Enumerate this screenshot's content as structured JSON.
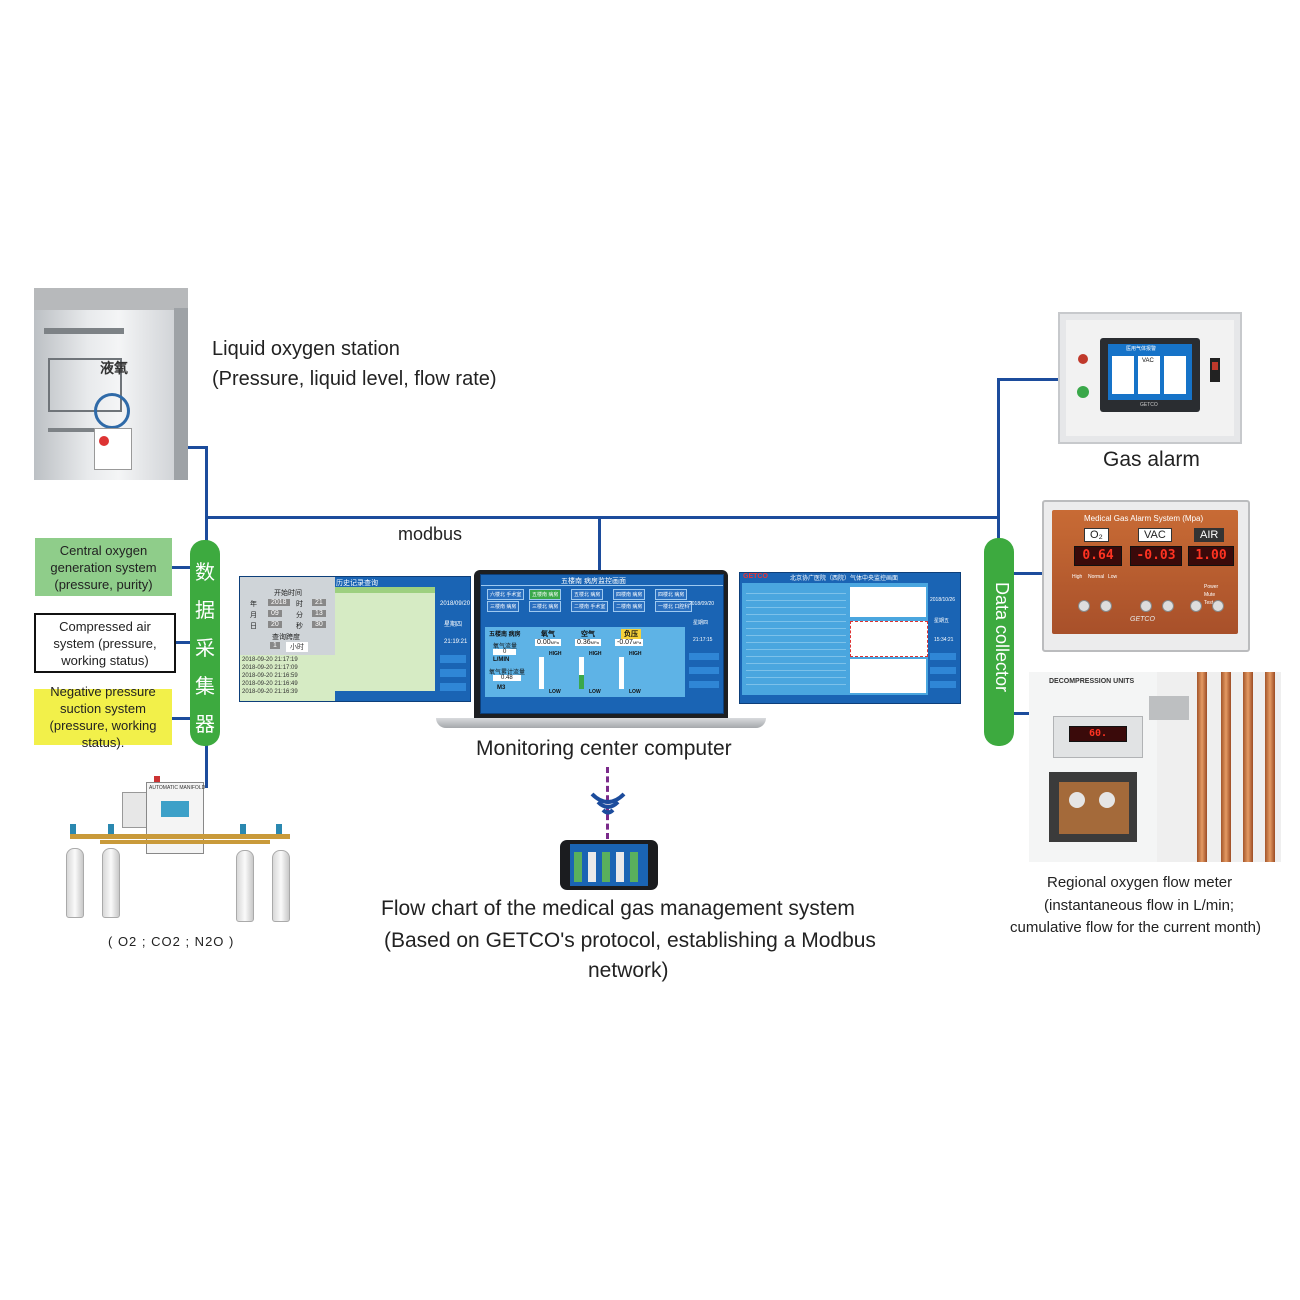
{
  "liquid_oxygen": {
    "title": "Liquid oxygen station",
    "subtitle": "(Pressure, liquid level, flow rate)",
    "tank_label": "液氧"
  },
  "modbus_label": "modbus",
  "left_collector": {
    "chars": [
      "数",
      "据",
      "采",
      "集",
      "器"
    ]
  },
  "left_boxes": [
    {
      "text": "Central oxygen generation system (pressure, purity)"
    },
    {
      "text": "Compressed air system (pressure, working status)"
    },
    {
      "text": "Negative pressure suction system (pressure, working status)."
    }
  ],
  "manifold": {
    "gases": "( O2 ; CO2 ; N2O )",
    "panel_label": "AUTOMATIC MANIFOLD"
  },
  "center": {
    "computer_label": "Monitoring center computer",
    "caption_line1": "Flow chart of the medical gas management system",
    "caption_line2": "(Based on GETCO's protocol, establishing a Modbus",
    "caption_line3": "network)"
  },
  "screens": {
    "left": {
      "title": "历史记录查询",
      "start_time": "开始时间",
      "row_year": "年",
      "row_year_val": "2018",
      "row_hour": "时",
      "row_hour_val": "21",
      "row_month": "月",
      "row_month_val": "09",
      "row_min": "分",
      "row_min_val": "13",
      "row_day": "日",
      "row_day_val": "20",
      "row_sec": "秒",
      "row_sec_val": "30",
      "query_span": "查询跨度",
      "span_val": "1",
      "span_unit": "小时",
      "date": "2018/09/20",
      "weekday": "星期四",
      "time": "21:19:21",
      "records": [
        "2018-09-20 21:17:19",
        "2018-09-20 21:17:09",
        "2018-09-20 21:16:59",
        "2018-09-20 21:16:49",
        "2018-09-20 21:16:39"
      ]
    },
    "laptop": {
      "title": "五楼南 病房监控画面",
      "tabs": [
        "六楼北 手术室",
        "五楼南 病房",
        "五楼北 病房",
        "四楼南 病房",
        "四楼北 病房"
      ],
      "tabs2": [
        "三楼南 病房",
        "三楼北 病房",
        "二楼南 手术室",
        "二楼南 病房",
        "一楼北 口腔科"
      ],
      "ward": "五楼南 病房",
      "flow_label": "氧气流量",
      "flow_val": "0",
      "flow_unit": "L/MIN",
      "total_label": "氧气累计流量",
      "total_val": "0.48",
      "total_unit": "M3",
      "gauges": [
        {
          "name": "氧气",
          "value": "0.00",
          "unit": "MPa"
        },
        {
          "name": "空气",
          "value": "0.36",
          "unit": "MPa"
        },
        {
          "name": "负压",
          "value": "-0.07",
          "unit": "MPa"
        }
      ],
      "high": "HIGH",
      "low": "LOW",
      "date": "2018/09/20",
      "weekday": "星期四",
      "time": "21:17:15"
    },
    "right": {
      "brand": "GETCO",
      "title": "北京协广医院（西院）气体中央监控画面",
      "date": "2018/10/26",
      "weekday": "星期五",
      "time": "15:34:21"
    }
  },
  "gas_alarm": {
    "label": "Gas alarm",
    "screen_title": "医用气体报警",
    "vac": "VAC",
    "brand": "GETCO"
  },
  "alarm_panel": {
    "title": "Medical Gas Alarm System (Mpa)",
    "gases": [
      "O₂",
      "VAC",
      "AIR"
    ],
    "values": [
      "0.64",
      "-0.03",
      "1.00"
    ],
    "indicators": [
      "Power",
      "Mute",
      "Test"
    ],
    "levels": [
      "High",
      "Normal",
      "Low"
    ],
    "brand": "GETCO"
  },
  "data_collector": {
    "label": "Data collector"
  },
  "flow_meter": {
    "photo_label": "DECOMPRESSION UNITS",
    "display": "60.",
    "caption_line1": "Regional oxygen flow meter",
    "caption_line2": "(instantaneous flow in L/min;",
    "caption_line3": "cumulative flow for the current month)"
  },
  "colors": {
    "line": "#1c4c9c",
    "green": "#3daa3f",
    "box_green": "#8fcd8a",
    "box_yellow": "#f2f04a",
    "screen_blue": "#1a64b4"
  }
}
